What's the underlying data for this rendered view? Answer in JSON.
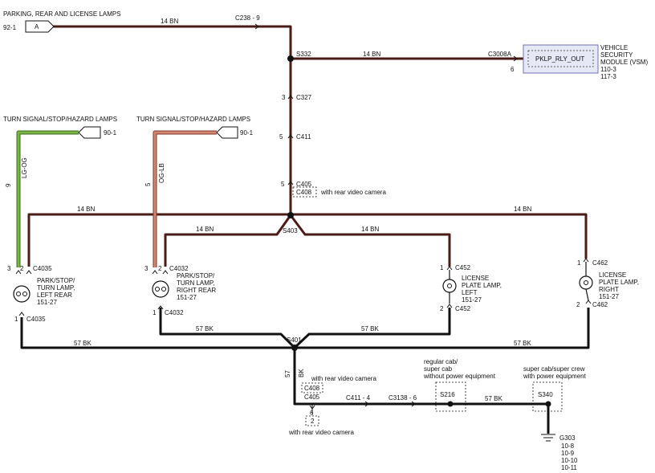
{
  "colors": {
    "wire_brown": "#4a1c18",
    "wire_black": "#111111",
    "wire_green": "#6aa23a",
    "wire_orange": "#c8786a",
    "vsm_fill": "#e6e8f6",
    "vsm_border": "#7070b0"
  },
  "top_feed": {
    "title": "PARKING, REAR AND LICENSE LAMPS",
    "ref": "92-1",
    "connector_letter": "A",
    "wire": "14  BN",
    "connector": "C238 - 9"
  },
  "vsm": {
    "splice": "S332",
    "wire": "14  BN",
    "connector": "C3008A",
    "pin": "6",
    "pin_label": "PKLP_RLY_OUT",
    "name_line1": "VEHICLE",
    "name_line2": "SECURITY",
    "name_line3": "MODULE (VSM)",
    "ref1": "110-3",
    "ref2": "117-3"
  },
  "center_path": {
    "c327_pin": "3",
    "c327": "C327",
    "c411_pin": "5",
    "c411": "C411",
    "c405_pin": "5",
    "c405": "C405",
    "c408": "C408",
    "c408_note": "with rear video camera",
    "splice": "S403"
  },
  "left_turn": {
    "title": "TURN SIGNAL/STOP/HAZARD LAMPS",
    "ref": "90-1",
    "circuit": "9",
    "color_code": "LG-OG",
    "pin_a": "3",
    "pin_b": "2",
    "connector": "C4035",
    "lamp_line1": "PARK/STOP/",
    "lamp_line2": "TURN LAMP,",
    "lamp_line3": "LEFT REAR",
    "lamp_ref": "151-27",
    "ground_pin": "1",
    "ground_connector": "C4035"
  },
  "right_turn": {
    "title": "TURN SIGNAL/STOP/HAZARD LAMPS",
    "ref": "90-1",
    "circuit": "5",
    "color_code": "OG-LB",
    "pin_a": "3",
    "pin_b": "2",
    "connector": "C4032",
    "lamp_line1": "PARK/STOP/",
    "lamp_line2": "TURN LAMP,",
    "lamp_line3": "RIGHT REAR",
    "lamp_ref": "151-27",
    "ground_pin": "1",
    "ground_connector": "C4032"
  },
  "bus": {
    "outer_left": "14  BN",
    "outer_right": "14  BN",
    "inner_left": "14  BN",
    "inner_right": "14  BN"
  },
  "lic_left": {
    "top_pin": "1",
    "top_connector": "C452",
    "line1": "LICENSE",
    "line2": "PLATE LAMP,",
    "line3": "LEFT",
    "ref": "151-27",
    "bottom_pin": "2",
    "bottom_connector": "C452"
  },
  "lic_right": {
    "top_pin": "1",
    "top_connector": "C462",
    "line1": "LICENSE",
    "line2": "PLATE LAMP,",
    "line3": "RIGHT",
    "ref": "151-27",
    "bottom_pin": "2",
    "bottom_connector": "C462"
  },
  "ground_bus": {
    "splice": "S401",
    "outer_left": "57  BK",
    "outer_right": "57  BK",
    "inner_left": "57  BK",
    "inner_right": "57  BK"
  },
  "lower": {
    "circuit": "57",
    "color_code": "BK",
    "c408_note": "with rear video camera",
    "c408": "C408",
    "c405": "C405",
    "c405_pin": "6",
    "box_pin": "2",
    "bottom_note": "with rear video camera",
    "c411": "C411 - 4",
    "c3138": "C3138 - 6",
    "s216_line1": "regular cab/",
    "s216_line2": "super cab",
    "s216_line3": "without power equipment",
    "s216": "S216",
    "wire": "57  BK",
    "s340_line1": "super cab/super crew",
    "s340_line2": "with power equipment",
    "s340": "S340",
    "ground": "G303",
    "g_ref1": "10-8",
    "g_ref2": "10-9",
    "g_ref3": "10-10",
    "g_ref4": "10-11"
  }
}
